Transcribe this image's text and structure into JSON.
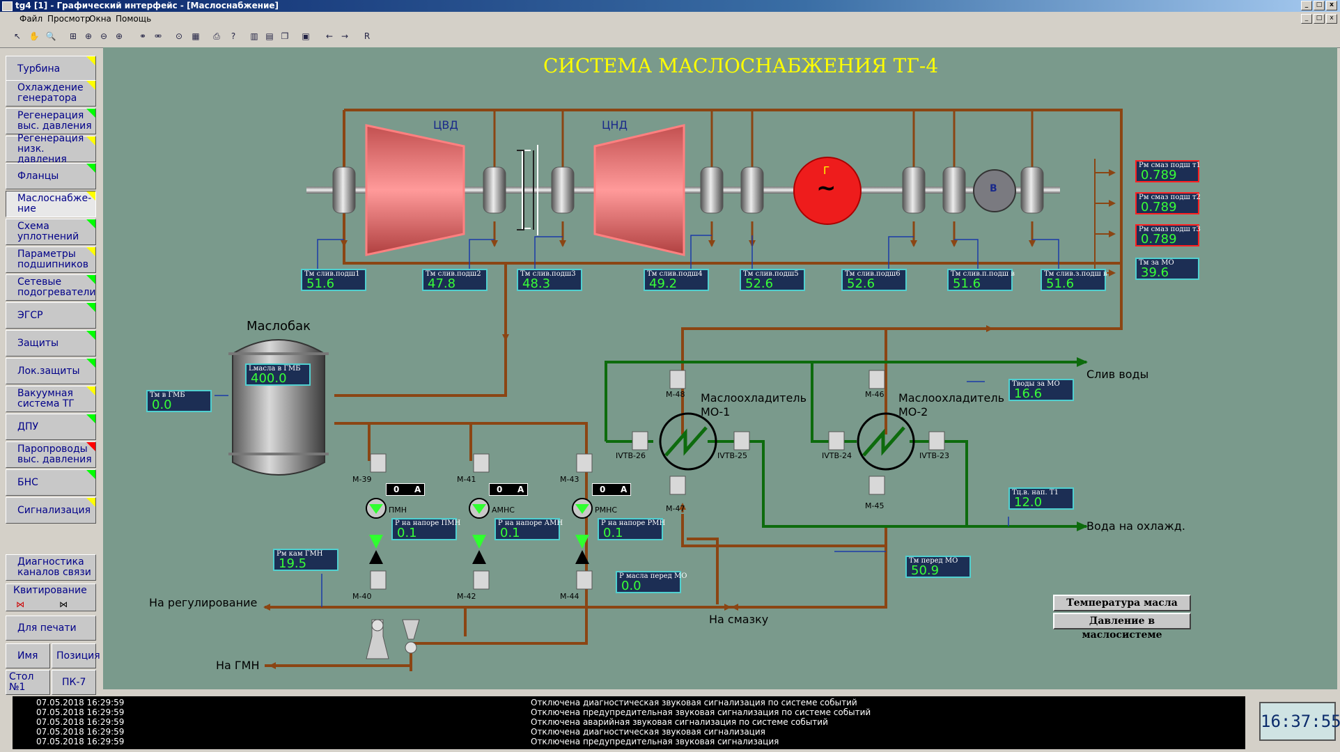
{
  "window": {
    "title": "tg4 [1] - Графический интерфейс - [Маслоснабжение]"
  },
  "menu": [
    "Файл",
    "Просмотр",
    "Окна",
    "Помощь"
  ],
  "sidebar": {
    "items": [
      {
        "label": "Турбина",
        "flag": "#ffff00"
      },
      {
        "label": "Охлаждение генератора",
        "flag": "#ffff00"
      },
      {
        "label": "Регенерация выс. давления",
        "flag": "#00ff00"
      },
      {
        "label": "Регенерация низк. давления",
        "flag": "#ffff00"
      },
      {
        "label": "Фланцы",
        "flag": "#00ff00"
      },
      {
        "label": "Маслоснабже-ние",
        "flag": "#ffff00"
      },
      {
        "label": "Схема уплотнений",
        "flag": "#00ff00"
      },
      {
        "label": "Параметры подшипников",
        "flag": "#ffff00"
      },
      {
        "label": "Сетевые подогреватели",
        "flag": "#00ff00"
      },
      {
        "label": "ЭГСР",
        "flag": "#00ff00"
      },
      {
        "label": "Защиты",
        "flag": "#00ff00"
      },
      {
        "label": "Лок.защиты",
        "flag": "#00ff00"
      },
      {
        "label": "Вакуумная система ТГ",
        "flag": "#ffff00"
      },
      {
        "label": "ДПУ",
        "flag": "#00ff00"
      },
      {
        "label": "Паропроводы выс. давления",
        "flag": "#ff0000"
      },
      {
        "label": "БНС",
        "flag": "#00ff00"
      },
      {
        "label": "Сигнализация",
        "flag": "#ffff00"
      }
    ],
    "diag": "Диагностика каналов связи",
    "ack": "Квитирование",
    "print": "Для печати",
    "name": "Имя",
    "position": "Позиция",
    "table": "Стол №1",
    "pc": "ПК-7"
  },
  "scheme": {
    "title": "СИСТЕМА МАСЛОСНАБЖЕНИЯ ТГ-4",
    "cvd": "ЦВД",
    "cnd": "ЦНД",
    "gen": "Г",
    "gen_sym": "~",
    "exciter": "В",
    "tank_label": "Маслобак",
    "cooler1": "Маслоохладитель МО-1",
    "cooler2": "Маслоохладитель МО-2",
    "drain_water": "Слив воды",
    "water_cool": "Вода на охлажд.",
    "to_reg": "На регулирование",
    "to_lub": "На смазку",
    "to_gmn": "На ГМН"
  },
  "bearings": [
    {
      "label": "Тм слив.подш1",
      "value": "51.6"
    },
    {
      "label": "Тм слив.подш2",
      "value": "47.8"
    },
    {
      "label": "Тм слив.подш3",
      "value": "48.3"
    },
    {
      "label": "Тм слив.подш4",
      "value": "49.2"
    },
    {
      "label": "Тм слив.подш5",
      "value": "52.6"
    },
    {
      "label": "Тм слив.подш6",
      "value": "52.6"
    },
    {
      "label": "Тм слив.п.подш в",
      "value": "51.6"
    },
    {
      "label": "Тм слив.з.подш в",
      "value": "51.6"
    }
  ],
  "right_params": [
    {
      "label": "Рм смаз подш т1",
      "value": "0.789"
    },
    {
      "label": "Рм смаз подш т2",
      "value": "0.789"
    },
    {
      "label": "Рм смаз подш т3",
      "value": "0.789"
    },
    {
      "label": "Тм за МО",
      "value": "39.6"
    }
  ],
  "params": {
    "level": {
      "label": "Lмасла в ГМБ",
      "value": "400.0"
    },
    "t_gmb": {
      "label": "Тм в ГМБ",
      "value": "0.0"
    },
    "t_water": {
      "label": "Тводы за МО",
      "value": "16.6"
    },
    "t_nap": {
      "label": "Тц.в. нап. Т1",
      "value": "12.0"
    },
    "t_before": {
      "label": "Тм перед МО",
      "value": "50.9"
    },
    "p_gmn": {
      "label": "Рм кам ГМН",
      "value": "19.5"
    },
    "p_before": {
      "label": "Р масла перед МО",
      "value": "0.0"
    },
    "p_pmn": {
      "label": "Р на напоре ПМН",
      "value": "0.1"
    },
    "p_amn": {
      "label": "Р на напоре АМН",
      "value": "0.1"
    },
    "p_rmn": {
      "label": "Р на напоре РМН",
      "value": "0.1"
    }
  },
  "pumps": [
    {
      "name": "ПМН",
      "current": "0",
      "unit": "А"
    },
    {
      "name": "АМНС",
      "current": "0",
      "unit": "А"
    },
    {
      "name": "РМНС",
      "current": "0",
      "unit": "А"
    }
  ],
  "valves": {
    "m39": "М-39",
    "m40": "М-40",
    "m41": "М-41",
    "m42": "М-42",
    "m43": "М-43",
    "m44": "М-44",
    "m45": "М-45",
    "m46": "М-46",
    "m47": "М-47",
    "m48": "М-48",
    "ivtb23": "IVTB-23",
    "ivtb24": "IVTB-24",
    "ivtb25": "IVTB-25",
    "ivtb26": "IVTB-26"
  },
  "buttons": {
    "temp": "Температура масла",
    "press": "Давление в маслосистеме"
  },
  "messages": [
    {
      "time": "07.05.2018 16:29:59",
      "text": "Отключена диагностическая звуковая сигнализация по системе событий"
    },
    {
      "time": "07.05.2018 16:29:59",
      "text": "Отключена предупредительная звуковая сигнализация по системе событий"
    },
    {
      "time": "07.05.2018 16:29:59",
      "text": "Отключена аварийная звуковая сигнализация по системе событий"
    },
    {
      "time": "07.05.2018 16:29:59",
      "text": "Отключена диагностическая звуковая сигнализация"
    },
    {
      "time": "07.05.2018 16:29:59",
      "text": "Отключена предупредительная звуковая сигнализация"
    }
  ],
  "clock": "16:37:55",
  "colors": {
    "oil": "#8b4513",
    "water": "#0d6b0d",
    "display_bg": "#1c2e54",
    "display_text": "#38ff38",
    "title": "#ffff00"
  }
}
